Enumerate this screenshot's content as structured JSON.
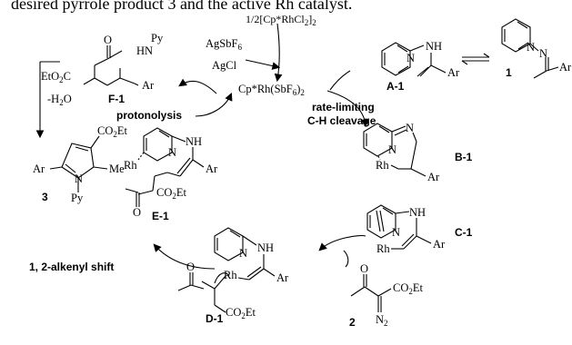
{
  "intro_text": "desired pyrrole product 3 and the active Rh catalyst.",
  "reagents": {
    "rh_dimer": "1/2[Cp*RhCl2]2",
    "silver_salt": "AgSbF6",
    "silver_chloride": "AgCl",
    "active_catalyst": "Cp*Rh(SbF6)2"
  },
  "steps": {
    "protonolysis": "protonolysis",
    "ch_cleavage_line1": "rate-limiting",
    "ch_cleavage_line2": "C-H cleavage",
    "alkenyl_shift": "1, 2-alkenyl shift",
    "dehydration": "-H2O"
  },
  "compounds": {
    "A1": "A-1",
    "one": "1",
    "B1": "B-1",
    "C1": "C-1",
    "D1": "D-1",
    "E1": "E-1",
    "F1": "F-1",
    "three": "3",
    "two": "2"
  },
  "atoms": {
    "NH": "NH",
    "N": "N",
    "Ar": "Ar",
    "Rh": "Rh",
    "Py": "Py",
    "CO2Et": "CO2Et",
    "EtO2C": "EtO2C",
    "Me": "Me",
    "O": "O",
    "HN": "HN",
    "N2": "N2"
  }
}
